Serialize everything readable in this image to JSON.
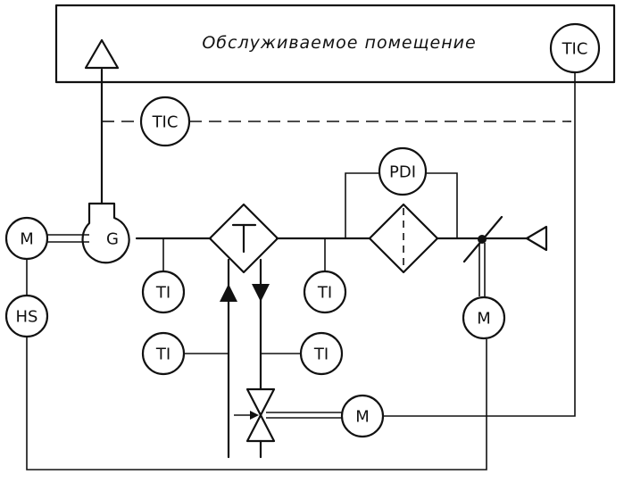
{
  "room": {
    "label": "Обслуживаемое помещение"
  },
  "instruments": {
    "tic_room": "TIC",
    "tic_mid": "TIC",
    "pdi": "PDI",
    "ti_1": "TI",
    "ti_2": "TI",
    "ti_3": "TI",
    "ti_4": "TI",
    "m_fan": "M",
    "hs": "HS",
    "m_damper": "M",
    "m_valve": "M"
  },
  "equipment": {
    "heat_exchanger": "T",
    "fan": "G"
  }
}
